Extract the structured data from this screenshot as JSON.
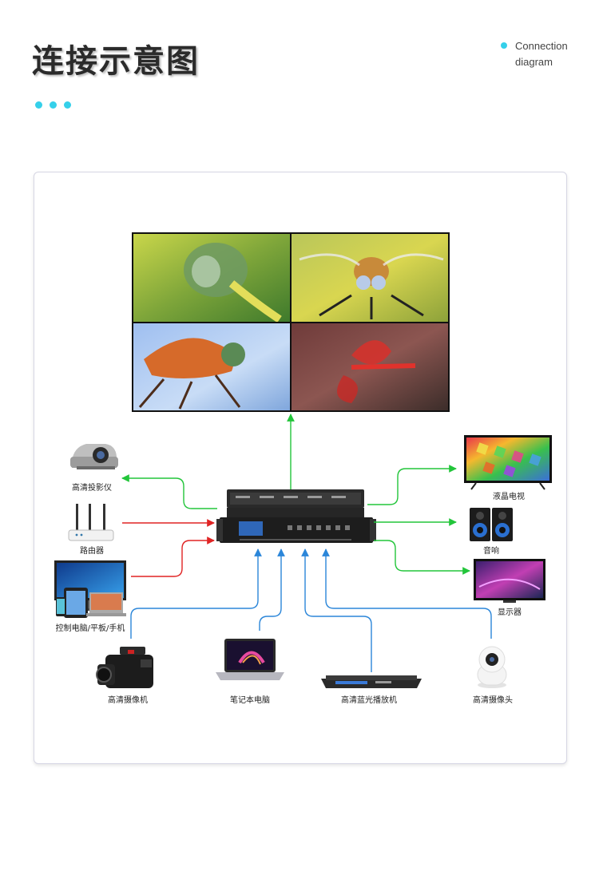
{
  "header": {
    "title_cn": "连接示意图",
    "title_en_line1": "Connection",
    "title_en_line2": "diagram"
  },
  "colors": {
    "accent": "#35d0ea",
    "output_line": "#22c53a",
    "input_red": "#e02424",
    "input_blue": "#2b86d9",
    "panel_border": "#d6d6e4"
  },
  "video_wall": {
    "rows": 2,
    "cols": 2,
    "tiles": [
      {
        "subject": "dragonfly-closeup-green"
      },
      {
        "subject": "dragonfly-front-yellow"
      },
      {
        "subject": "dragonfly-orange-blue"
      },
      {
        "subject": "dragonfly-red"
      }
    ]
  },
  "devices": {
    "projector": "高清投影仪",
    "router": "路由器",
    "control_pc": "控制电脑/平板/手机",
    "lcd_tv": "液晶电视",
    "speaker": "音响",
    "display": "显示器",
    "hd_camcorder": "高清摄像机",
    "laptop": "笔记本电脑",
    "bluray_player": "高清蓝光播放机",
    "hd_camera": "高清摄像头"
  }
}
